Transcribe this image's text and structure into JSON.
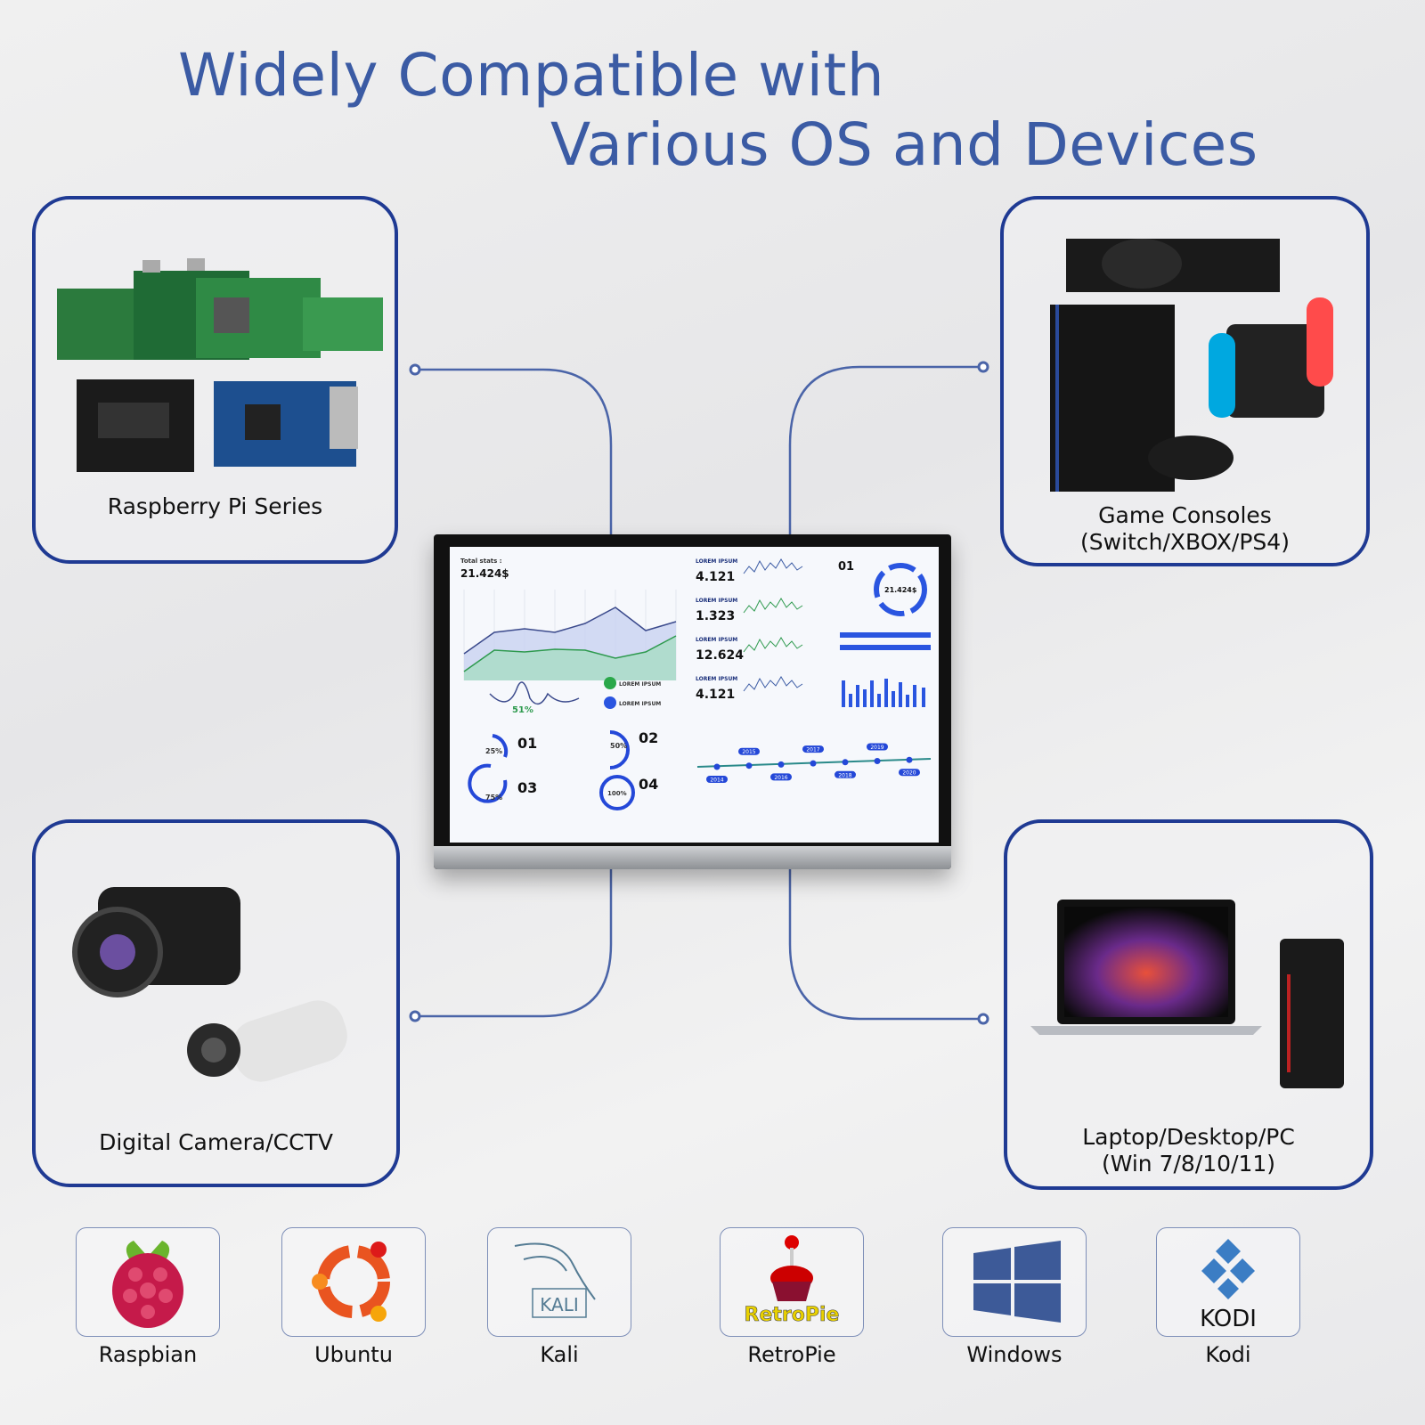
{
  "headline": {
    "line1": "Widely Compatible with",
    "line2": "Various OS and Devices"
  },
  "colors": {
    "accent": "#1f3a93",
    "title": "#3b5ba4",
    "wire": "#4a64a8"
  },
  "cards": [
    {
      "label": "Raspberry Pi Series",
      "icon": "raspberry-pi-boards"
    },
    {
      "label": "Game Consoles",
      "sublabel": "(Switch/XBOX/PS4)",
      "icon": "game-consoles"
    },
    {
      "label": "Digital Camera/CCTV",
      "icon": "camera-cctv"
    },
    {
      "label": "Laptop/Desktop/PC",
      "sublabel": "(Win 7/8/10/11)",
      "icon": "laptop-desktop"
    }
  ],
  "dashboard": {
    "total_label": "Total stats :",
    "total_value": "21.424$",
    "stats": [
      {
        "label": "LOREM IPSUM",
        "value": "4.121"
      },
      {
        "label": "LOREM IPSUM",
        "value": "1.323"
      },
      {
        "label": "LOREM IPSUM",
        "value": "12.624"
      },
      {
        "label": "LOREM IPSUM",
        "value": "4.121"
      }
    ],
    "donut_value": "21.424$",
    "growth": "51%",
    "legend": [
      "LOREM IPSUM",
      "LOREM IPSUM"
    ],
    "rings": [
      {
        "num": "01",
        "pct": "25%"
      },
      {
        "num": "02",
        "pct": "50%"
      },
      {
        "num": "03",
        "pct": "75%"
      },
      {
        "num": "04",
        "pct": "100%"
      }
    ],
    "years": [
      "2014",
      "2015",
      "2016",
      "2017",
      "2018",
      "2019",
      "2020"
    ],
    "card_num": "01"
  },
  "os": [
    {
      "label": "Raspbian",
      "icon": "raspberry-icon"
    },
    {
      "label": "Ubuntu",
      "icon": "ubuntu-icon"
    },
    {
      "label": "Kali",
      "icon": "kali-dragon-icon",
      "logo_text": "KALI"
    },
    {
      "label": "RetroPie",
      "icon": "retropie-joystick-icon",
      "logo_text": "RetroPie"
    },
    {
      "label": "Windows",
      "icon": "windows-icon"
    },
    {
      "label": "Kodi",
      "icon": "kodi-icon",
      "logo_text": "KODI"
    }
  ]
}
